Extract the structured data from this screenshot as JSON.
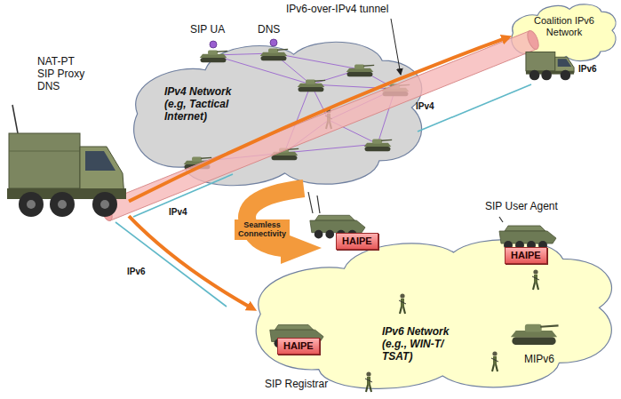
{
  "diagram": {
    "nodes": [
      {
        "text": [
          "Coalition IPv6 Network"
        ]
      },
      {
        "text": [
          "IPv4 Network (e.g, Tactical Internet)"
        ]
      },
      {
        "text": [
          "NAT-PT SIP Proxy DNS"
        ]
      },
      {
        "text": [
          "HAIPE"
        ]
      },
      {
        "text": [
          "HAIPE"
        ]
      },
      {
        "text": [
          "IPv6 Network (e.g., WIN-T/ TSAT)"
        ]
      },
      {
        "text": [
          "HAIPE"
        ]
      }
    ],
    "edges": [
      {
        "from": 2,
        "to": 0,
        "arrow": "to"
      },
      {
        "from": 2,
        "to": 5,
        "arrow": "to"
      }
    ],
    "labels": [
      "IPv6-over-IPv4 tunnel",
      "SIP UA",
      "DNS",
      "IPv6",
      "IPv4",
      "IPv4",
      "Seamless Connectivity",
      "SIP User Agent",
      "IPv6",
      "MIPv6",
      "SIP Registrar"
    ]
  }
}
